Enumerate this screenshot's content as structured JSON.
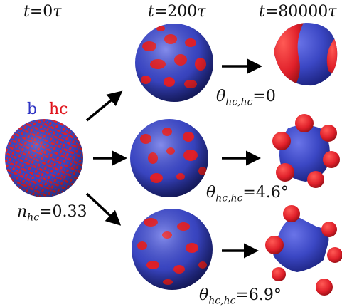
{
  "headers": {
    "t0": {
      "var": "t",
      "eq": "=0",
      "unit": "τ"
    },
    "t200": {
      "var": "t",
      "eq": "=200",
      "unit": "τ"
    },
    "t80000": {
      "var": "t",
      "eq": "=80000",
      "unit": "τ"
    }
  },
  "species": {
    "b": "b",
    "hc": "hc"
  },
  "composition": {
    "var": "n",
    "sub": "hc",
    "value": "=0.33"
  },
  "angles": [
    {
      "var": "θ",
      "sub": "hc,hc",
      "value": "=0"
    },
    {
      "var": "θ",
      "sub": "hc,hc",
      "value": "=4.6°"
    },
    {
      "var": "θ",
      "sub": "hc,hc",
      "value": "=6.9°"
    }
  ],
  "colors": {
    "b": "#3b47c4",
    "hc": "#e0202a",
    "arrow": "#000000"
  }
}
